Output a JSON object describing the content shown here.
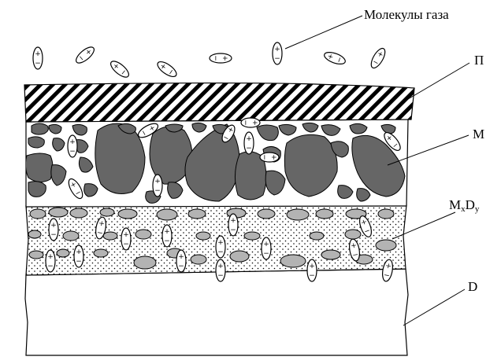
{
  "labels": {
    "gas_molecules": "Молекулы газа",
    "film": "П",
    "metal": "M",
    "compound_base": "M",
    "compound_sub_x": "x",
    "compound_mid": "D",
    "compound_sub_y": "y",
    "substrate": "D"
  },
  "molecule": {
    "plus": "+",
    "minus": "−"
  },
  "colors": {
    "outline": "#000000",
    "metal_grain": "#666666",
    "compound_grain": "#b3b3b3",
    "background": "#ffffff"
  }
}
